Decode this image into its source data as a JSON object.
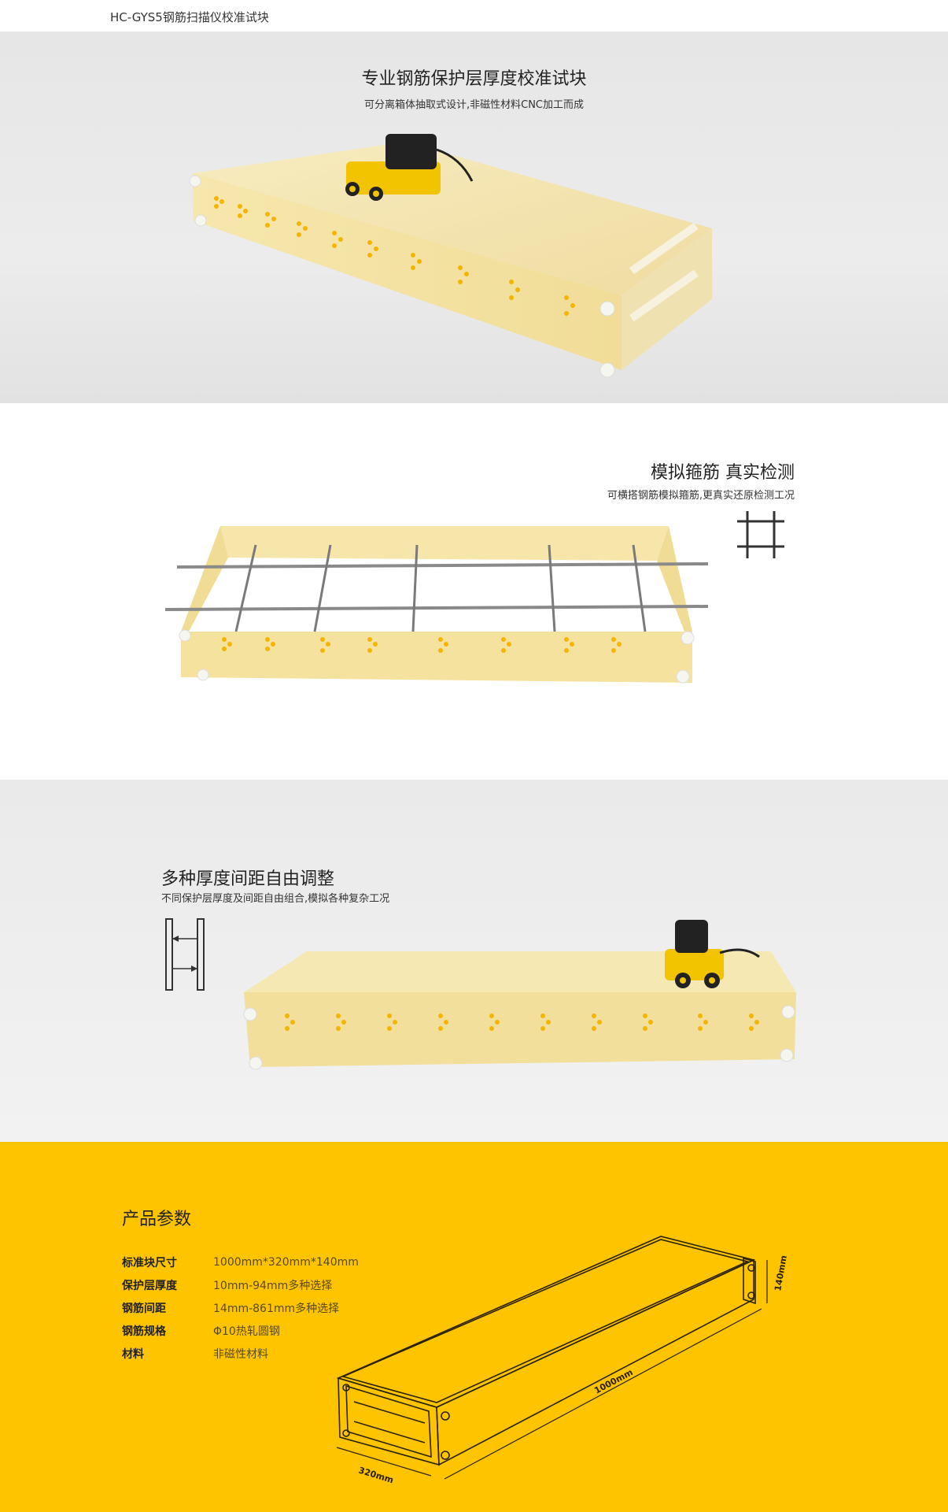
{
  "header": {
    "title": "HC-GYS5钢筋扫描仪校准试块"
  },
  "section1": {
    "title": "专业钢筋保护层厚度校准试块",
    "subtitle": "可分离箱体抽取式设计,非磁性材料CNC加工而成"
  },
  "section2": {
    "title": "模拟箍筋 真实检测",
    "subtitle": "可横搭钢筋模拟箍筋,更真实还原检测工况"
  },
  "section3": {
    "title": "多种厚度间距自由调整",
    "subtitle": "不同保护层厚度及间距自由组合,模拟各种复杂工况"
  },
  "params": {
    "title": "产品参数",
    "rows": [
      {
        "label": "标准块尺寸",
        "value": "1000mm*320mm*140mm"
      },
      {
        "label": "保护层厚度",
        "value": "10mm-94mm多种选择"
      },
      {
        "label": "钢筋间距",
        "value": "14mm-861mm多种选择"
      },
      {
        "label": "钢筋规格",
        "value": "Φ10热轧圆钢"
      },
      {
        "label": "材料",
        "value": "非磁性材料"
      }
    ],
    "dimensions": {
      "length": "1000mm",
      "width": "320mm",
      "height": "140mm"
    }
  },
  "colors": {
    "yellow": "#ffc400",
    "block": "#f3e3a6",
    "hole": "#f5b400"
  }
}
